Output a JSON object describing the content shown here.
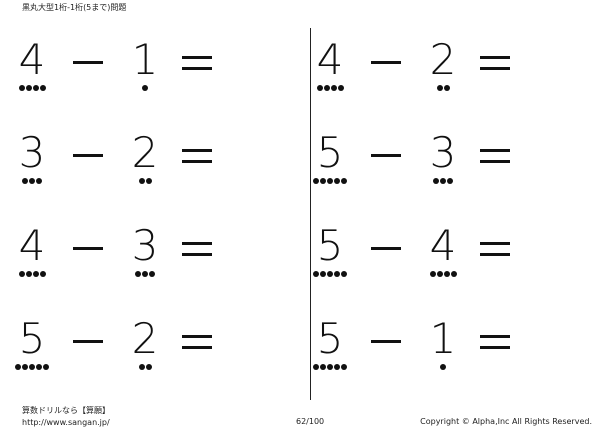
{
  "title": "黒丸大型1桁-1桁(5まで)問題",
  "operator": "－",
  "equals": "＝",
  "problems": [
    {
      "a": "4",
      "b": "1",
      "a_dots": 4,
      "b_dots": 1
    },
    {
      "a": "4",
      "b": "2",
      "a_dots": 4,
      "b_dots": 2
    },
    {
      "a": "3",
      "b": "2",
      "a_dots": 3,
      "b_dots": 2
    },
    {
      "a": "5",
      "b": "3",
      "a_dots": 5,
      "b_dots": 3
    },
    {
      "a": "4",
      "b": "3",
      "a_dots": 4,
      "b_dots": 3
    },
    {
      "a": "5",
      "b": "4",
      "a_dots": 5,
      "b_dots": 4
    },
    {
      "a": "5",
      "b": "2",
      "a_dots": 5,
      "b_dots": 2
    },
    {
      "a": "5",
      "b": "1",
      "a_dots": 5,
      "b_dots": 1
    }
  ],
  "footer": {
    "brand": "算数ドリルなら【算願】",
    "url": "http://www.sangan.jp/",
    "page": "62/100",
    "copyright": "Copyright © Alpha,Inc All Rights Reserved."
  }
}
